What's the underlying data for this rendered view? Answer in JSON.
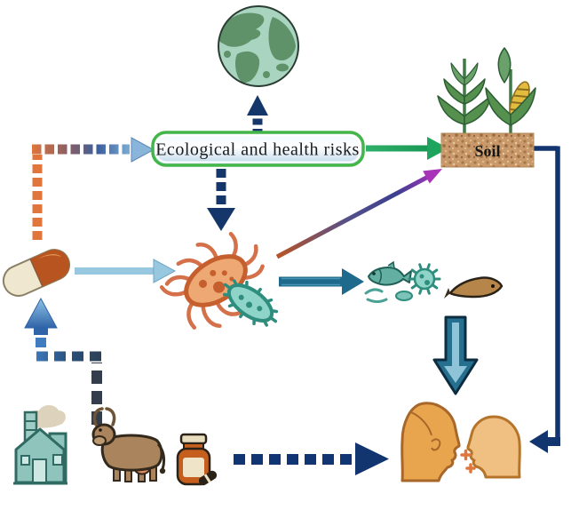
{
  "figure": {
    "labels": {
      "risks_box": "Ecological and health risks",
      "soil": "Soil"
    },
    "colors": {
      "box_border_green": "#42b649",
      "arrow_green": "#1ea45c",
      "arrow_navy": "#12356f",
      "arrow_dashed_navy": "#15366b",
      "arrow_light_blue": "#97c8e0",
      "arrow_teal_blue": "#1d6a8c",
      "dash_orange": "#e0763c",
      "arrow_purple": "#a833b8",
      "up_arrow_blue": "#2f64a8",
      "soil_brown": "#c9996b",
      "globe_sea": "#a8d4c0",
      "globe_land": "#5f9268",
      "bacterium_orange": "#eda873",
      "bacterium_teal": "#8fd4c8",
      "skin_left_head": "#e9a54e",
      "skin_right_head": "#f0c083",
      "factory_teal": "#8fc4bc",
      "cow_brown": "#a9845c",
      "jar_orange": "#c65f1e"
    },
    "icons": [
      "globe-icon",
      "corn-plants-icon",
      "soil-block",
      "capsule-icon",
      "orange-bacterium-icon",
      "teal-bacterium-icon",
      "fish-icon",
      "plankton-icon",
      "spiky-microbe-icon",
      "eel-icon",
      "factory-icon",
      "smoke-icon",
      "cow-icon",
      "medicine-jar-icon",
      "pill-icon",
      "human-head-left-icon",
      "human-head-right-icon"
    ],
    "arrows": [
      {
        "from": "risks-box",
        "to": "globe",
        "style": "dashed",
        "color": "#15366b"
      },
      {
        "from": "risks-box",
        "to": "bacteria",
        "style": "dashed",
        "color": "#15366b"
      },
      {
        "from": "risks-box",
        "to": "soil",
        "style": "solid",
        "color": "#1ea45c"
      },
      {
        "from": "capsule",
        "to": "risks-box",
        "style": "dashed-gradient",
        "color": "#e0763c -> #82b4d9"
      },
      {
        "from": "capsule",
        "to": "bacteria",
        "style": "solid",
        "color": "#97c8e0"
      },
      {
        "from": "bacteria",
        "to": "soil",
        "style": "solid-gradient",
        "color": "#b85426 -> #a833b8"
      },
      {
        "from": "bacteria",
        "to": "aquatic-organisms",
        "style": "solid",
        "color": "#1d6a8c"
      },
      {
        "from": "soil",
        "to": "human-heads",
        "style": "solid-bent",
        "color": "#12356f"
      },
      {
        "from": "aquatic-organisms",
        "to": "human-heads",
        "style": "outlined-block",
        "color": "#256f8f"
      },
      {
        "from": "factory-cow-jar",
        "to": "capsule",
        "style": "dashed-bent",
        "color": "#333d4b -> #3f7cc0"
      },
      {
        "from": "factory-cow-jar",
        "to": "human-heads",
        "style": "dashed",
        "color": "#103572"
      }
    ]
  }
}
